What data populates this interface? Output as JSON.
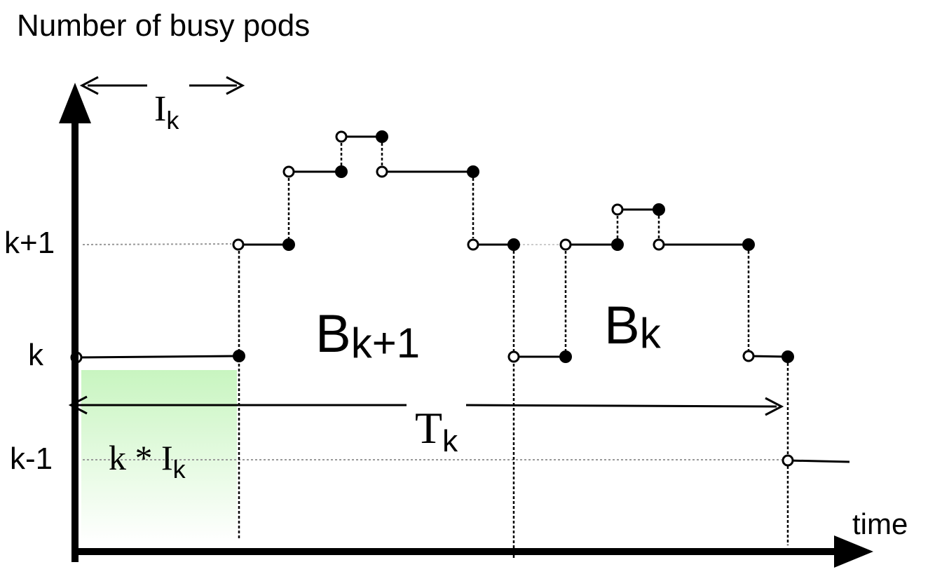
{
  "title": "Number of busy pods",
  "x_axis_label": "time",
  "y_ticks": {
    "k_plus_1": "k+1",
    "k": "k",
    "k_minus_1": "k-1"
  },
  "idle_interval": {
    "main": "I",
    "sub": "k"
  },
  "period": {
    "main": "T",
    "sub": "k"
  },
  "area": {
    "main": "k * I",
    "sub": "k"
  },
  "busy_period_1": {
    "main": "B",
    "sub": "k+1"
  },
  "busy_period_2": {
    "main": "B",
    "sub": "k"
  },
  "colors": {
    "axis": "#000000",
    "line": "#000000",
    "guide": "#999999",
    "area_top": "#c8f5c0",
    "area_bottom": "#ffffff"
  }
}
